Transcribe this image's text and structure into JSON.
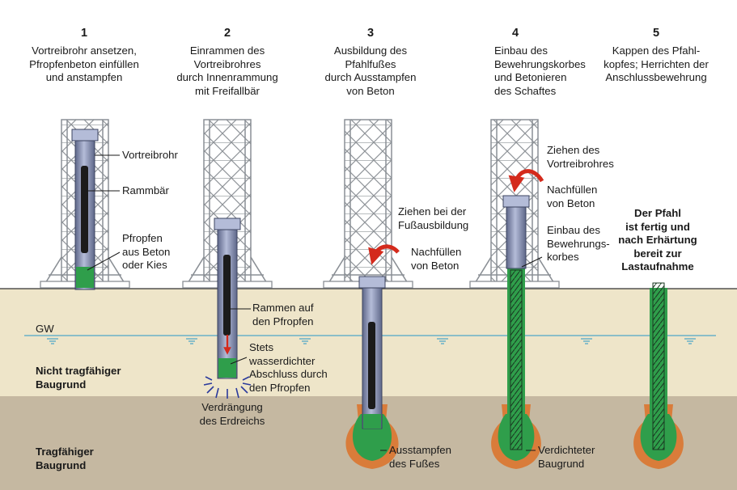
{
  "steps": [
    {
      "number": "1",
      "title": [
        "Vortreibrohr ansetzen,",
        "Pfropfenbeton einfüllen",
        "und anstampfen"
      ]
    },
    {
      "number": "2",
      "title": [
        "Einrammen des",
        "Vortreibrohres",
        "durch Innenrammung",
        "mit Freifallbär"
      ]
    },
    {
      "number": "3",
      "title": [
        "Ausbildung des",
        "Pfahlfußes",
        "durch Ausstampfen",
        "von Beton"
      ]
    },
    {
      "number": "4",
      "title": [
        "Einbau des",
        "Bewehrungskorbes",
        "und Betonieren",
        "des Schaftes"
      ]
    },
    {
      "number": "5",
      "title": [
        "Kappen des Pfahl-",
        "kopfes; Herrichten der",
        "Anschlussbewehrung"
      ]
    }
  ],
  "labels": {
    "vortreibrohr": "Vortreibrohr",
    "rammbaer": "Rammbär",
    "pfropfen": [
      "Pfropfen",
      "aus Beton",
      "oder Kies"
    ],
    "rammen": [
      "Rammen auf",
      "den Pfropfen"
    ],
    "stets": [
      "Stets",
      "wasserdichter",
      "Abschluss durch",
      "den Pfropfen"
    ],
    "verdraengung": [
      "Verdrängung",
      "des Erdreichs"
    ],
    "ziehen_fuss": [
      "Ziehen bei der",
      "Fußausbildung"
    ],
    "nachfuellen_3": [
      "Nachfüllen",
      "von Beton"
    ],
    "ausstampfen": [
      "Ausstampfen",
      "des Fußes"
    ],
    "ziehen_rohr": [
      "Ziehen des",
      "Vortreibrohres"
    ],
    "nachfuellen_4": [
      "Nachfüllen",
      "von Beton"
    ],
    "einbau": [
      "Einbau des",
      "Bewehrungs-",
      "korbes"
    ],
    "verdichteter": [
      "Verdichteter",
      "Baugrund"
    ],
    "fertig": [
      "Der Pfahl",
      "ist fertig und",
      "nach Erhärtung",
      "bereit zur",
      "Lastaufnahme"
    ],
    "gw": "GW",
    "nicht_tragfaehig": [
      "Nicht tragfähiger",
      "Baugrund"
    ],
    "tragfaehig": [
      "Tragfähiger",
      "Baugrund"
    ]
  },
  "colors": {
    "soil_upper": "#eee5c9",
    "soil_lower": "#c5b8a1",
    "concrete": "#2f9e4b",
    "tube": "#8d97bb",
    "arrow": "#d42a1c",
    "water": "#4fa8c7",
    "rig": "#8a8f95"
  }
}
